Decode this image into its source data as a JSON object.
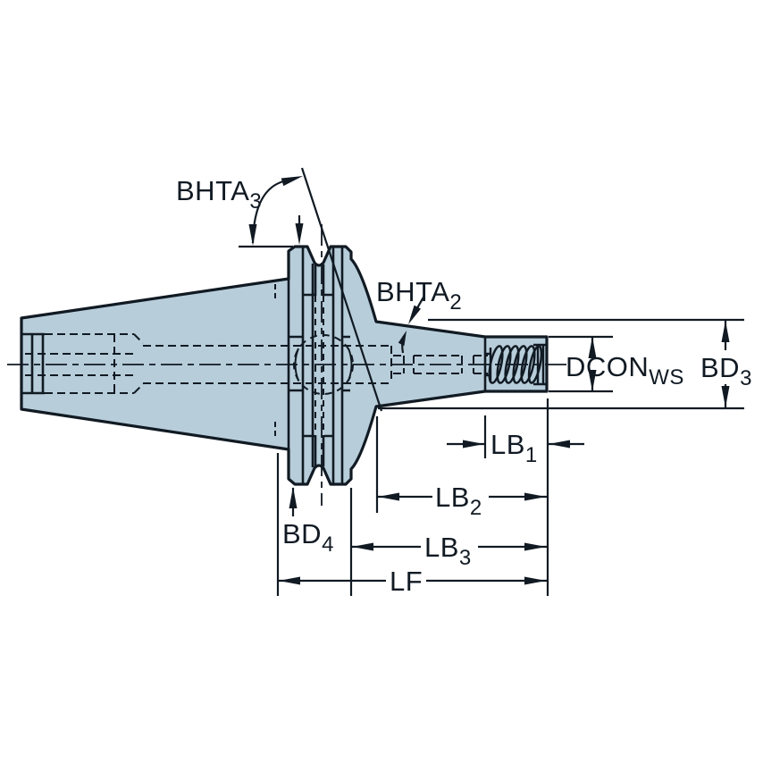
{
  "drawing": {
    "type": "technical-dimension-drawing",
    "subject": "tool holder adapter with taper shank, gripper-groove flange, conical neck and threaded coupling end - side view",
    "colors": {
      "background": "#ffffff",
      "body_fill": "#b7cdda",
      "line": "#111a23"
    },
    "dimension_labels": {
      "bhta3": {
        "base": "BHTA",
        "sub": "3"
      },
      "bhta2": {
        "base": "BHTA",
        "sub": "2"
      },
      "dcon_ws": {
        "base": "DCON",
        "sub": "WS"
      },
      "bd3": {
        "base": "BD",
        "sub": "3"
      },
      "bd4": {
        "base": "BD",
        "sub": "4"
      },
      "lb1": {
        "base": "LB",
        "sub": "1"
      },
      "lb2": {
        "base": "LB",
        "sub": "2"
      },
      "lb3": {
        "base": "LB",
        "sub": "3"
      },
      "lf": {
        "base": "LF",
        "sub": ""
      }
    }
  }
}
